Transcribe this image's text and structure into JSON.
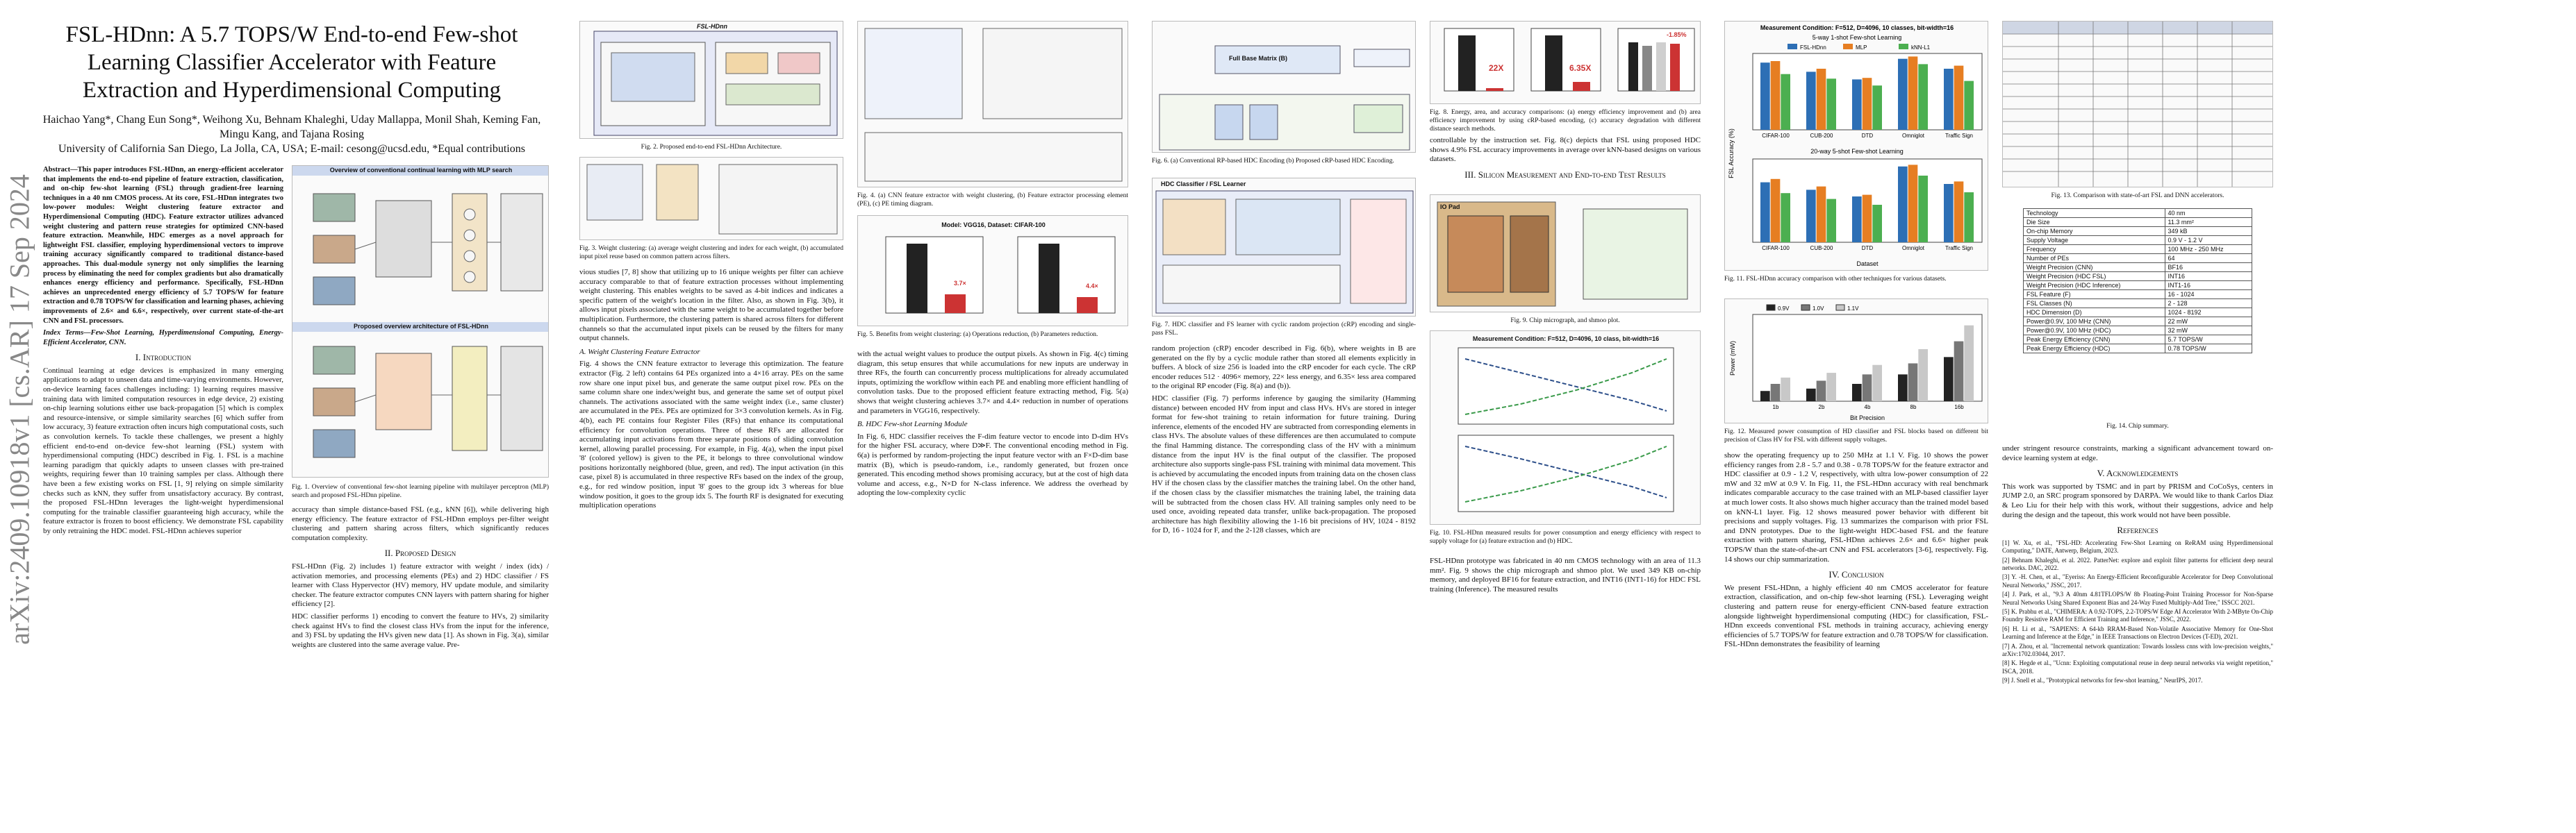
{
  "arxiv_id": "arXiv:2409.10918v1 [cs.AR] 17 Sep 2024",
  "title": "FSL-HDnn: A 5.7 TOPS/W End-to-end Few-shot Learning Classifier Accelerator with Feature Extraction and Hyperdimensional Computing",
  "authors": "Haichao Yang*, Chang Eun Song*, Weihong Xu, Behnam Khaleghi, Uday Mallappa, Monil Shah, Keming Fan, Mingu Kang, and Tajana Rosing",
  "affiliation": "University of California San Diego, La Jolla, CA, USA; E-mail: cesong@ucsd.edu, *Equal contributions",
  "abstract": "Abstract—This paper introduces FSL-HDnn, an energy-efficient accelerator that implements the end-to-end pipeline of feature extraction, classification, and on-chip few-shot learning (FSL) through gradient-free learning techniques in a 40 nm CMOS process. At its core, FSL-HDnn integrates two low-power modules: Weight clustering feature extractor and Hyperdimensional Computing (HDC). Feature extractor utilizes advanced weight clustering and pattern reuse strategies for optimized CNN-based feature extraction. Meanwhile, HDC emerges as a novel approach for lightweight FSL classifier, employing hyperdimensional vectors to improve training accuracy significantly compared to traditional distance-based approaches. This dual-module synergy not only simplifies the learning process by eliminating the need for complex gradients but also dramatically enhances energy efficiency and performance. Specifically, FSL-HDnn achieves an unprecedented energy efficiency of 5.7 TOPS/W for feature extraction and 0.78 TOPS/W for classification and learning phases, achieving improvements of 2.6× and 6.6×, respectively, over current state-of-the-art CNN and FSL processors.",
  "index_terms": "Index Terms—Few-Shot Learning, Hyperdimensional Computing, Energy-Efficient Accelerator, CNN.",
  "sec1_title": "I. Introduction",
  "sec1_p1": "Continual learning at edge devices is emphasized in many emerging applications to adapt to unseen data and time-varying environments. However, on-device learning faces challenges including: 1) learning requires massive training data with limited computation resources in edge device, 2) existing on-chip learning solutions either use back-propagation [5] which is complex and resource-intensive, or simple similarity searches [6] which suffer from low accuracy, 3) feature extraction often incurs high computational costs, such as convolution kernels. To tackle these challenges, we present a highly efficient end-to-end on-device few-shot learning (FSL) system with hyperdimensional computing (HDC) described in Fig. 1. FSL is a machine learning paradigm that quickly adapts to unseen classes with pre-trained weights, requiring fewer than 10 training samples per class. Although there have been a few existing works on FSL [1, 9] relying on simple similarity checks such as kNN, they suffer from unsatisfactory accuracy. By contrast, the proposed FSL-HDnn leverages the light-weight hyperdimensional computing for the trainable classifier guaranteeing high accuracy, while the feature extractor is frozen to boost efficiency. We demonstrate FSL capability by only retraining the HDC model. FSL-HDnn achieves superior",
  "fig1_caption": "Fig. 1. Overview of conventional few-shot learning pipeline with multilayer perceptron (MLP) search and proposed FSL-HDnn pipeline.",
  "fig1_top_title": "Overview of conventional continual learning with MLP search",
  "fig1_bottom_title": "Proposed overview architecture of FSL-HDnn",
  "p1c2_text": "accuracy than simple distance-based FSL (e.g., kNN [6]), while delivering high energy efficiency. The feature extractor of FSL-HDnn employs per-filter weight clustering and pattern sharing across filters, which significantly reduces computation complexity.",
  "sec2_title": "II. Proposed Design",
  "sec2_p1": "FSL-HDnn (Fig. 2) includes 1) feature extractor with weight / index (idx) / activation memories, and processing elements (PEs) and 2) HDC classifier / FS learner with Class Hypervector (HV) memory, HV update module, and similarity checker. The feature extractor computes CNN layers with pattern sharing for higher efficiency [2].",
  "sec2_p2": "HDC classifier performs 1) encoding to convert the feature to HVs, 2) similarity check against HVs to find the closest class HVs from the input for the inference, and 3) FSL by updating the HVs given new data [1]. As shown in Fig. 3(a), similar weights are clustered into the same average value. Pre-",
  "fig2_caption": "Fig. 2. Proposed end-to-end FSL-HDnn Architecture.",
  "fig2_title": "FSL-HDnn",
  "fig3_caption": "Fig. 3. Weight clustering: (a) average weight clustering and index for each weight, (b) accumulated input pixel reuse based on common pattern across filters.",
  "p2c1_text": "vious studies [7, 8] show that utilizing up to 16 unique weights per filter can achieve accuracy comparable to that of feature extraction processes without implementing weight clustering. This enables weights to be saved as 4-bit indices and indicates a specific pattern of the weight's location in the filter. Also, as shown in Fig. 3(b), it allows input pixels associated with the same weight to be accumulated together before multiplication. Furthermore, the clustering pattern is shared across filters for different channels so that the accumulated input pixels can be reused by the filters for many output channels.",
  "sub_a": "A. Weight Clustering Feature Extractor",
  "p2c1_text2": "Fig. 4 shows the CNN feature extractor to leverage this optimization. The feature extractor (Fig. 2 left) contains 64 PEs organized into a 4×16 array. PEs on the same row share one input pixel bus, and generate the same output pixel row. PEs on the same column share one index/weight bus, and generate the same set of output pixel channels. The activations associated with the same weight index (i.e., same cluster) are accumulated in the PEs. PEs are optimized for 3×3 convolution kernels. As in Fig. 4(b), each PE contains four Register Files (RFs) that enhance its computational efficiency for convolution operations. Three of these RFs are allocated for accumulating input activations from three separate positions of sliding convolution kernel, allowing parallel processing. For example, in Fig. 4(a), when the input pixel '8' (colored yellow) is given to the PE, it belongs to three convolutional window positions horizontally neighbored (blue, green, and red). The input activation (in this case, pixel 8) is accumulated in three respective RFs based on the index of the group, e.g., for red window position, input '8' goes to the group idx 3 whereas for blue window position, it goes to the group idx 5. The fourth RF is designated for executing multiplication operations",
  "fig4_caption": "Fig. 4. (a) CNN feature extractor with weight clustering, (b) Feature extractor processing element (PE), (c) PE timing diagram.",
  "fig5_caption": "Fig. 5. Benefits from weight clustering: (a) Operations reduction, (b) Parameters reduction.",
  "fig5_title": "Model: VGG16, Dataset: CIFAR-100",
  "p2c2_text": "with the actual weight values to produce the output pixels. As shown in Fig. 4(c) timing diagram, this setup ensures that while accumulations for new inputs are underway in three RFs, the fourth can concurrently process multiplications for already accumulated inputs, optimizing the workflow within each PE and enabling more efficient handling of convolution tasks. Due to the proposed efficient feature extracting method, Fig. 5(a) shows that weight clustering achieves 3.7× and 4.4× reduction in number of operations and parameters in VGG16, respectively.",
  "sub_b": "B. HDC Few-shot Learning Module",
  "p2c2_text2": "In Fig. 6, HDC classifier receives the F-dim feature vector to encode into D-dim HVs for the higher FSL accuracy, where D≫F. The conventional encoding method in Fig. 6(a) is performed by random-projecting the input feature vector with an F×D-dim base matrix (B), which is pseudo-random, i.e., randomly generated, but frozen once generated. This encoding method shows promising accuracy, but at the cost of high data volume and access, e.g., N×D for N-class inference. We address the overhead by adopting the low-complexity cyclic",
  "fig6_caption": "Fig. 6. (a) Conventional RP-based HDC Encoding (b) Proposed cRP-based HDC Encoding.",
  "fig6_panel_title": "Full Base Matrix (B)",
  "fig7_caption": "Fig. 7. HDC classifier and FS learner with cyclic random projection (cRP) encoding and single-pass FSL.",
  "fig7_title": "HDC Classifier / FSL Learner",
  "p3c1_text": "random projection (cRP) encoder described in Fig. 6(b), where weights in B are generated on the fly by a cyclic module rather than stored all elements explicitly in buffers. A block of size 256 is loaded into the cRP encoder for each cycle. The cRP encoder reduces 512 · 4096× memory, 22× less energy, and 6.35× less area compared to the original RP encoder (Fig. 8(a) and (b)).",
  "p3c1_text2": "HDC classifier (Fig. 7) performs inference by gauging the similarity (Hamming distance) between encoded HV from input and class HVs. HVs are stored in integer format for few-shot training to retain information for future training. During inference, elements of the encoded HV are subtracted from corresponding elements in class HVs. The absolute values of these differences are then accumulated to compute the final Hamming distance. The corresponding class of the HV with a minimum distance from the input HV is the final output of the classifier. The proposed architecture also supports single-pass FSL training with minimal data movement. This is achieved by accumulating the encoded inputs from training data on the chosen class HV if the chosen class by the classifier matches the training label. On the other hand, if the chosen class by the classifier mismatches the training label, the training data will be subtracted from the chosen class HV. All training samples only need to be used once, avoiding repeated data transfer, unlike back-propagation. The proposed architecture has high flexibility allowing the 1-16 bit precisions of HV, 1024 - 8192 for D, 16 - 1024 for F, and the 2-128 classes, which are",
  "fig8_caption": "Fig. 8. Energy, area, and accuracy comparisons: (a) energy efficiency improvement and (b) area efficiency improvement by using cRP-based encoding, (c) accuracy degradation with different distance search methods.",
  "p3c2_text": "controllable by the instruction set. Fig. 8(c) depicts that FSL using proposed HDC shows 4.9% FSL accuracy improvements in average over kNN-based designs on various datasets.",
  "sec3_title": "III. Silicon Measurement and End-to-end Test Results",
  "fig9_caption": "Fig. 9. Chip micrograph, and shmoo plot.",
  "fig9_label": "IO Pad",
  "fig10_caption": "Fig. 10. FSL-HDnn measured results for power consumption and energy efficiency with respect to supply voltage for (a) feature extraction and (b) HDC.",
  "fig10_title": "Measurement Condition: F=512, D=4096, 10 class, bit-width=16",
  "p3c2_text2": "FSL-HDnn prototype was fabricated in 40 nm CMOS technology with an area of 11.3 mm². Fig. 9 shows the chip micrograph and shmoo plot. We used 349 KB on-chip memory, and deployed BF16 for feature extraction, and INT16 (INT1-16) for HDC FSL training (Inference). The measured results",
  "fig11_title": "Measurement Condition: F=512, D=4096, 10 classes, bit-width=16",
  "fig11_sub1": "5-way 1-shot Few-shot Learning",
  "fig11_sub2": "20-way 5-shot Few-shot Learning",
  "fig11_caption": "Fig. 11. FSL-HDnn accuracy comparison with other techniques for various datasets.",
  "fig12_caption": "Fig. 12. Measured power consumption of HD classifier and FSL blocks based on different bit precision of Class HV for FSL with different supply voltages.",
  "p4c1_text": "show the operating frequency up to 250 MHz at 1.1 V. Fig. 10 shows the power efficiency ranges from 2.8 - 5.7 and 0.38 - 0.78 TOPS/W for the feature extractor and HDC classifier at 0.9 - 1.2 V, respectively, with ultra low-power consumption of 22 mW and 32 mW at 0.9 V. In Fig. 11, the FSL-HDnn accuracy with real benchmark indicates comparable accuracy to the case trained with an MLP-based classifier layer at much lower costs. It also shows much higher accuracy than the trained model based on kNN-L1 layer. Fig. 12 shows measured power behavior with different bit precisions and supply voltages. Fig. 13 summarizes the comparison with prior FSL and DNN prototypes. Due to the light-weight HDC-based FSL and the feature extraction with pattern sharing, FSL-HDnn achieves 2.6× and 6.6× higher peak TOPS/W than the state-of-the-art CNN and FSL accelerators [3-6], respectively. Fig. 14 shows our chip summarization.",
  "sec4_title": "IV. Conclusion",
  "p4c1_text2": "We present FSL-HDnn, a highly efficient 40 nm CMOS accelerator for feature extraction, classification, and on-chip few-shot learning (FSL). Leveraging weight clustering and pattern reuse for energy-efficient CNN-based feature extraction alongside lightweight hyperdimensional computing (HDC) for classification, FSL-HDnn exceeds conventional FSL methods in training accuracy, achieving energy efficiencies of 5.7 TOPS/W for feature extraction and 0.78 TOPS/W for classification. FSL-HDnn demonstrates the feasibility of learning",
  "fig13_caption": "Fig. 13. Comparison with state-of-art FSL and DNN accelerators.",
  "fig14_caption": "Fig. 14. Chip summary.",
  "p4c2_text": "under stringent resource constraints, marking a significant advancement toward on-device learning system at edge.",
  "sec5_title": "V. Acknowledgements",
  "ack_text": "This work was supported by TSMC and in part by PRISM and CoCoSys, centers in JUMP 2.0, an SRC program sponsored by DARPA. We would like to thank Carlos Diaz & Leo Liu for their help with this work, without their suggestions, advice and help during the design and the tapeout, this work would not have been possible.",
  "sec6_title": "References",
  "references": [
    "[1] W. Xu, et al., \"FSL-HD: Accelerating Few-Shot Learning on ReRAM using Hyperdimensional Computing,\" DATE, Antwerp, Belgium, 2023.",
    "[2] Behnam Khaleghi, et al. 2022. PatterNet: explore and exploit filter patterns for efficient deep neural networks. DAC, 2022.",
    "[3] Y. -H. Chen, et al., \"Eyeriss: An Energy-Efficient Reconfigurable Accelerator for Deep Convolutional Neural Networks,\" JSSC, 2017.",
    "[4] J. Park, et al., \"9.3 A 40nm 4.81TFLOPS/W 8b Floating-Point Training Processor for Non-Sparse Neural Networks Using Shared Exponent Bias and 24-Way Fused Multiply-Add Tree,\" ISSCC 2021.",
    "[5] K. Prabhu et al., \"CHIMERA: A 0.92-TOPS, 2.2-TOPS/W Edge AI Accelerator With 2-MByte On-Chip Foundry Resistive RAM for Efficient Training and Inference,\" JSSC, 2022.",
    "[6] H. Li et al., \"SAPIENS: A 64-kb RRAM-Based Non-Volatile Associative Memory for One-Shot Learning and Inference at the Edge,\" in IEEE Transactions on Electron Devices (T-ED), 2021.",
    "[7] A. Zhou, et al. \"Incremental network quantization: Towards lossless cnns with low-precision weights,\" arXiv:1702.03044, 2017.",
    "[8] K. Hegde et al., \"Ucnn: Exploiting computational reuse in deep neural networks via weight repetition,\" ISCA, 2018.",
    "[9] J. Snell et al., \"Prototypical networks for few-shot learning,\" NeurIPS, 2017."
  ],
  "chip_summary": [
    [
      "Technology",
      "40 nm"
    ],
    [
      "Die Size",
      "11.3 mm²"
    ],
    [
      "On-chip Memory",
      "349 kB"
    ],
    [
      "Supply Voltage",
      "0.9 V - 1.2 V"
    ],
    [
      "Frequency",
      "100 MHz - 250 MHz"
    ],
    [
      "Number of PEs",
      "64"
    ],
    [
      "Weight Precision (CNN)",
      "BF16"
    ],
    [
      "Weight Precision (HDC FSL)",
      "INT16"
    ],
    [
      "Weight Precision (HDC Inference)",
      "INT1-16"
    ],
    [
      "FSL Feature (F)",
      "16 - 1024"
    ],
    [
      "FSL Classes (N)",
      "2 - 128"
    ],
    [
      "HDC Dimension (D)",
      "1024 - 8192"
    ],
    [
      "Power@0.9V, 100 MHz (CNN)",
      "22 mW"
    ],
    [
      "Power@0.9V, 100 MHz (HDC)",
      "32 mW"
    ],
    [
      "Peak Energy Efficiency (CNN)",
      "5.7 TOPS/W"
    ],
    [
      "Peak Energy Efficiency (HDC)",
      "0.78 TOPS/W"
    ]
  ],
  "fig5": {
    "a_before": 3.7,
    "a_label": "3.7×",
    "b_label": "4.4×"
  },
  "fig8": {
    "a_label": "22X",
    "b_label": "6.35X",
    "c_label": "-1.85%"
  },
  "fig11_legend": [
    "FSL-HDnn",
    "MLP",
    "kNN-L1"
  ],
  "fig11_categories": [
    "CIFAR-100",
    "CUB-200",
    "DTD",
    "Omniglot",
    "Traffic Sign"
  ],
  "fig11_top": [
    [
      88,
      90,
      73
    ],
    [
      76,
      80,
      67
    ],
    [
      66,
      68,
      58
    ],
    [
      93,
      96,
      86
    ],
    [
      80,
      84,
      64
    ]
  ],
  "fig11_bottom": [
    [
      72,
      76,
      59
    ],
    [
      63,
      67,
      52
    ],
    [
      55,
      57,
      45
    ],
    [
      91,
      93,
      80
    ],
    [
      70,
      73,
      60
    ]
  ],
  "fig11_xlabel": "Dataset",
  "fig11_ylabel": "FSL Accuracy (%)",
  "fig12_legend": [
    "0.9V",
    "1.0V",
    "1.1V"
  ],
  "fig12_categories": [
    "1b",
    "2b",
    "4b",
    "8b",
    "16b"
  ],
  "fig12_values": [
    [
      6.5,
      11,
      15
    ],
    [
      8,
      13,
      18
    ],
    [
      11,
      17,
      23
    ],
    [
      17,
      24,
      33
    ],
    [
      28,
      38,
      48.1
    ]
  ],
  "fig12_xlabel": "Bit Precision",
  "fig12_ylabel": "Power (mW)"
}
